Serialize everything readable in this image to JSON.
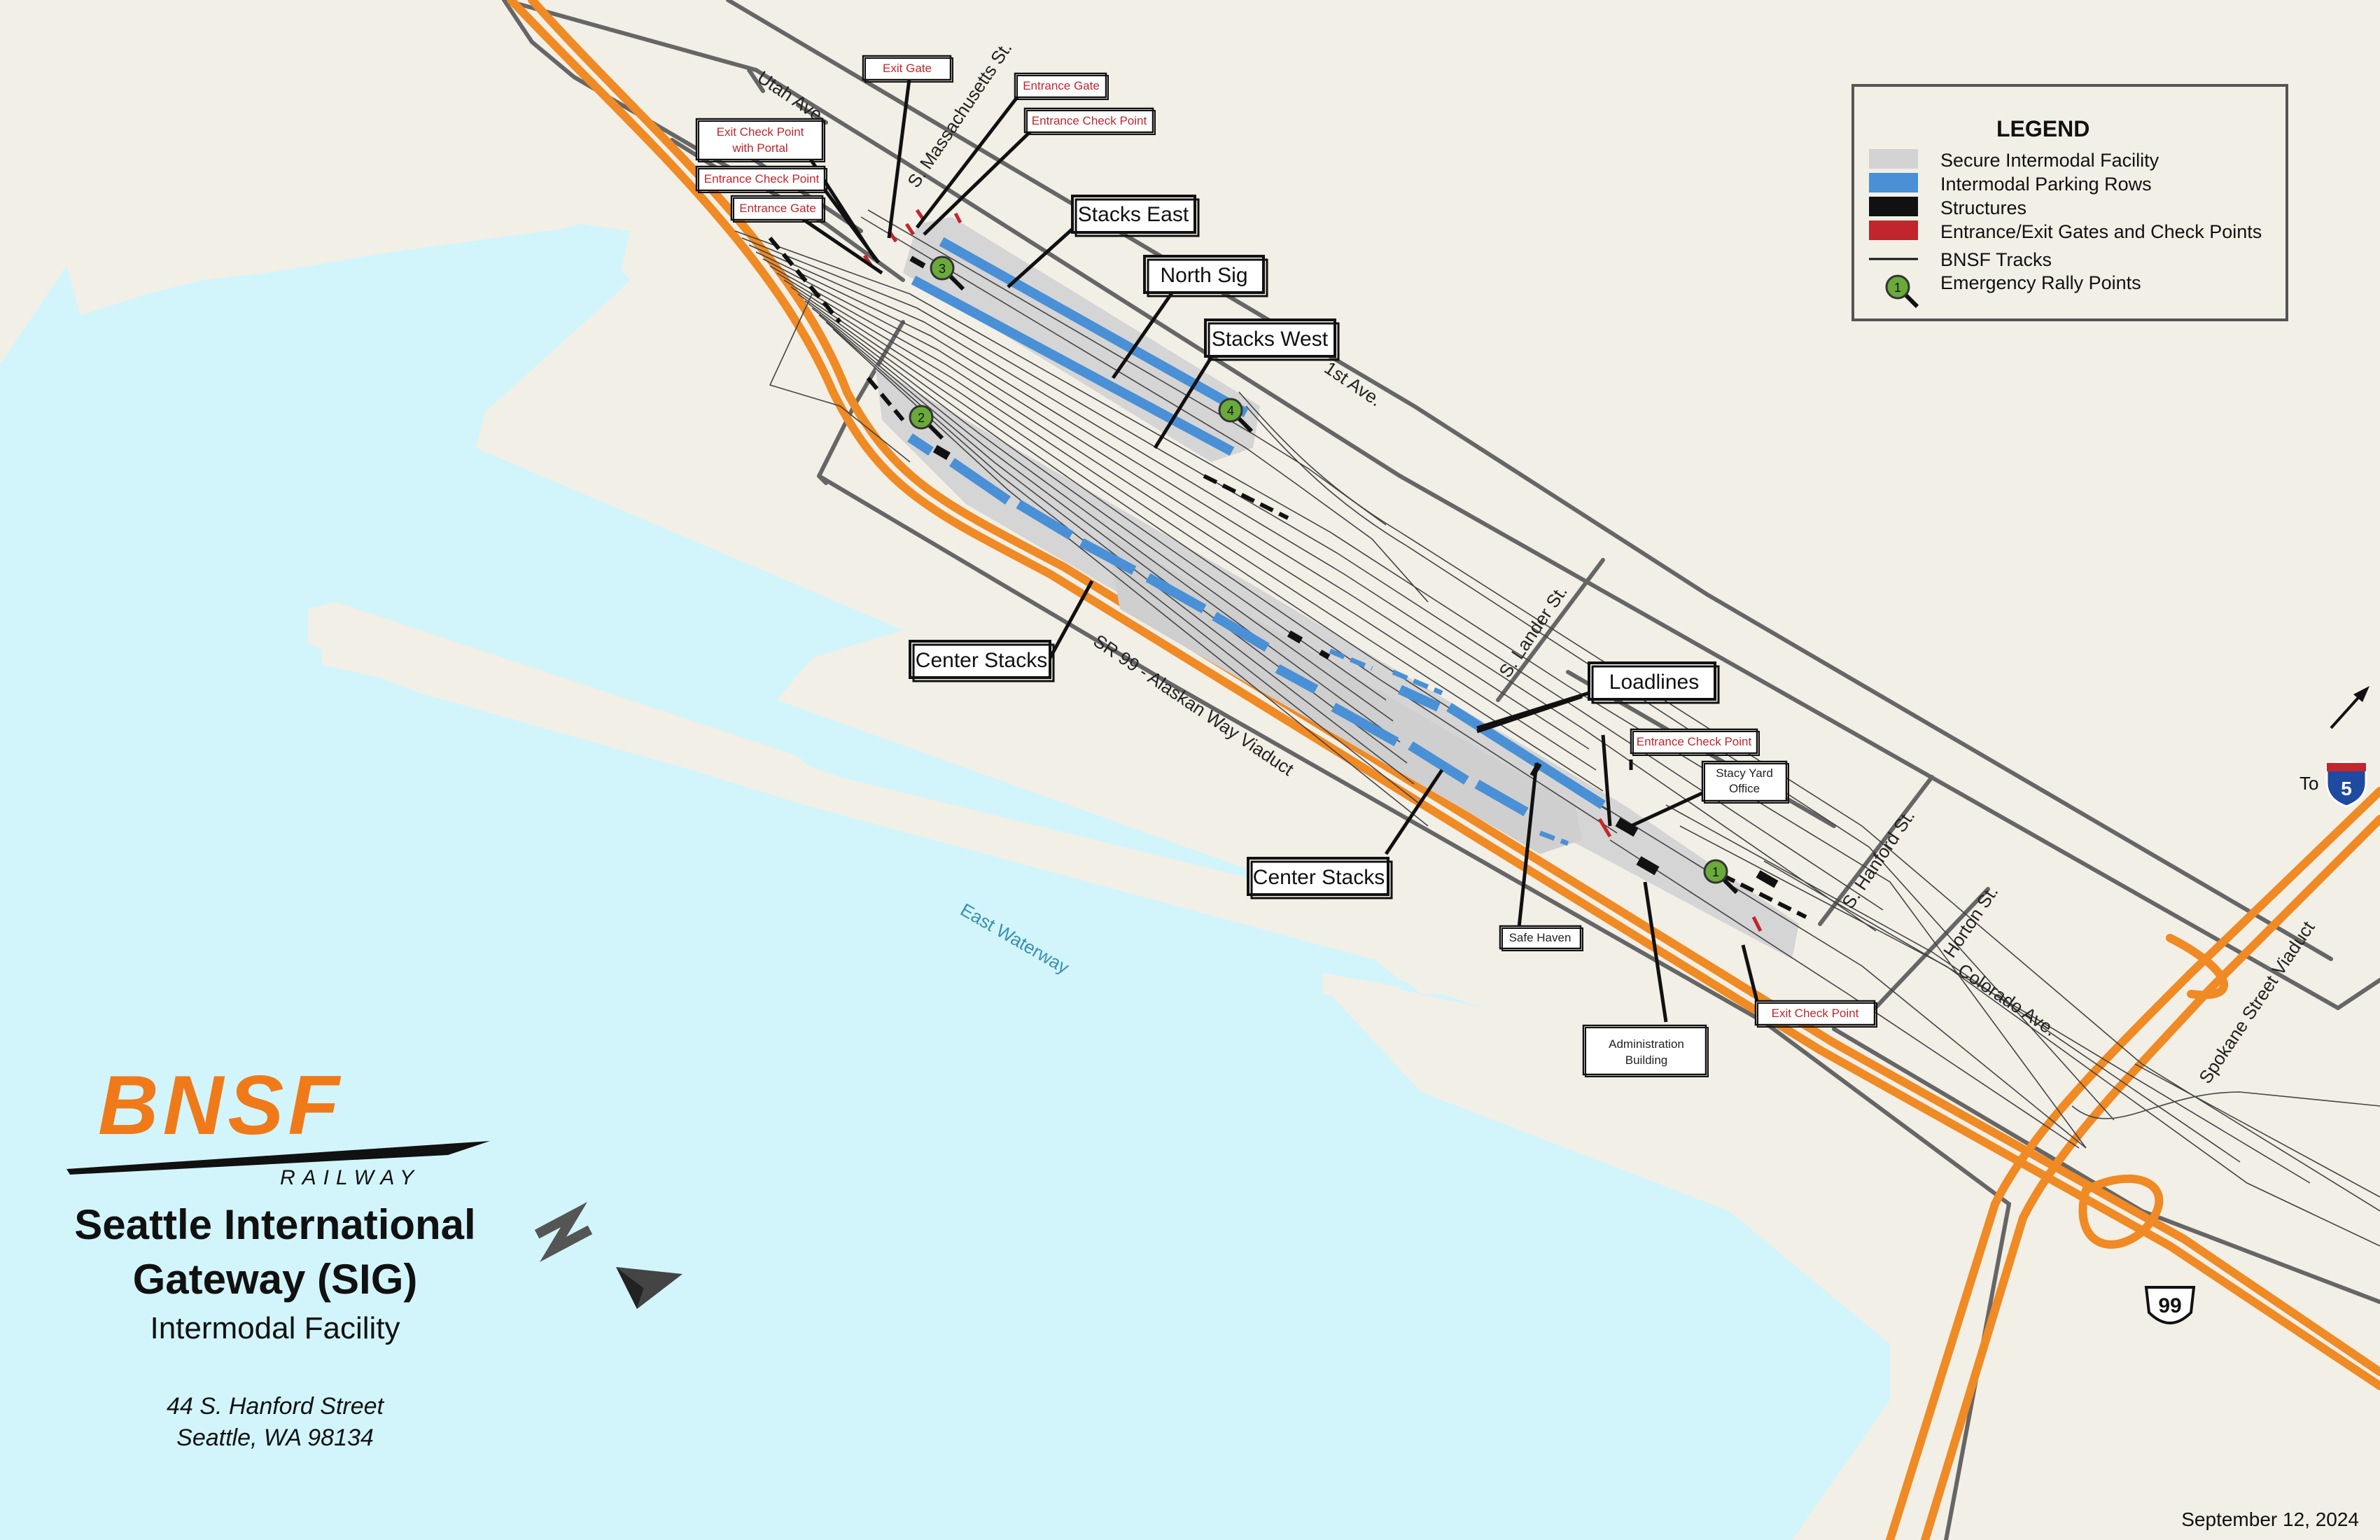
{
  "title": {
    "line1": "Seattle International",
    "line2": "Gateway (SIG)",
    "subtitle": "Intermodal Facility",
    "address1": "44 S. Hanford Street",
    "address2": "Seattle, WA 98134"
  },
  "logo": {
    "brand": "BNSF",
    "tagline": "RAILWAY"
  },
  "date": "September 12, 2024",
  "legend": {
    "heading": "LEGEND",
    "items": [
      {
        "label": "Secure Intermodal Facility",
        "color": "#d3d3d3"
      },
      {
        "label": "Intermodal Parking Rows",
        "color": "#4a90d6"
      },
      {
        "label": "Structures",
        "color": "#111111"
      },
      {
        "label": "Entrance/Exit Gates and Check Points",
        "color": "#c0262c"
      },
      {
        "label": "BNSF Tracks",
        "color": "#111111"
      },
      {
        "label": "Emergency Rally Points",
        "color": "#6aaa3a"
      }
    ]
  },
  "streets": {
    "utah": "Utah Ave.",
    "massachusetts": "S. Massachusetts St.",
    "first": "1st Ave.",
    "lander": "S. Lander St.",
    "hanford": "S. Hanford St.",
    "horton": "Horton St.",
    "colorado": "Colorado Ave.",
    "spokane": "Spokane Street Viaduct",
    "sr99": "SR 99 - Alaskan Way Viaduct",
    "waterway": "East Waterway"
  },
  "areas": {
    "stacks_east": "Stacks East",
    "north_sig": "North Sig",
    "stacks_west": "Stacks West",
    "center_stacks_1": "Center Stacks",
    "center_stacks_2": "Center Stacks",
    "loadlines": "Loadlines"
  },
  "gates": {
    "exit_gate": "Exit Gate",
    "entrance_gate_top": "Entrance Gate",
    "entrance_check_top": "Entrance Check Point",
    "exit_check_portal_1": "Exit Check Point",
    "exit_check_portal_2": "with Portal",
    "entrance_check_left": "Entrance Check Point",
    "entrance_gate_left": "Entrance Gate",
    "entrance_check_right": "Entrance Check Point",
    "exit_check_right": "Exit Check Point"
  },
  "buildings": {
    "stacy_1": "Stacy Yard",
    "stacy_2": "Office",
    "safe_haven": "Safe Haven",
    "admin_1": "Administration",
    "admin_2": "Building"
  },
  "rally_points": [
    "1",
    "2",
    "3",
    "4"
  ],
  "shields": {
    "interstate": "5",
    "state_route": "99",
    "to": "To"
  },
  "icons": [
    "north-arrow-icon",
    "interstate-5-shield-icon",
    "sr-99-shield-icon",
    "rally-point-pin-icon",
    "direction-arrow-icon"
  ]
}
